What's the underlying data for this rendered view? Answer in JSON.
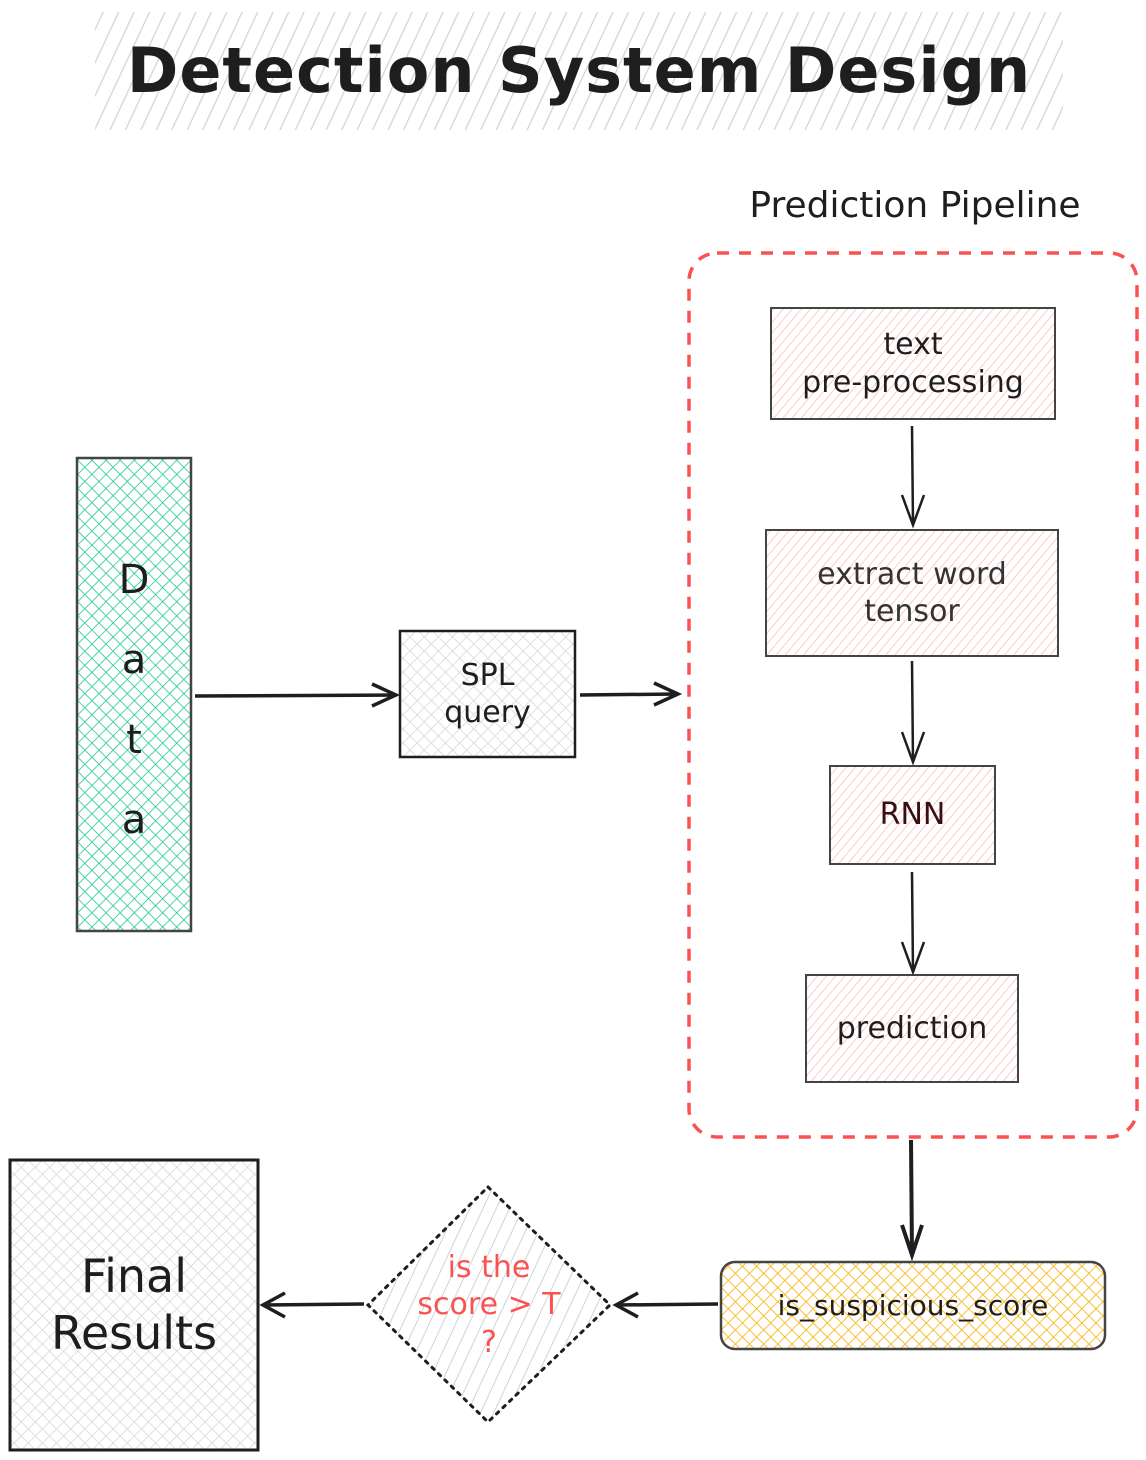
{
  "title": "Detection System Design",
  "pipeline": {
    "label": "Prediction Pipeline",
    "steps": [
      {
        "label": "text\npre-processing"
      },
      {
        "label": "extract word\ntensor"
      },
      {
        "label": "RNN"
      },
      {
        "label": "prediction"
      }
    ]
  },
  "data_source": {
    "label": "Data",
    "letters": [
      "D",
      "a",
      "t",
      "a"
    ]
  },
  "spl_query": {
    "label": "SPL\nquery"
  },
  "score": {
    "label": "is_suspicious_score"
  },
  "decision": {
    "label": "is the\nscore > T\n?"
  },
  "final": {
    "label": "Final\nResults"
  },
  "colors": {
    "data_fill": "#20c997",
    "pipeline_step_fill": "#ffc9c9",
    "pipeline_border": "#fa5252",
    "score_fill": "#fab005",
    "neutral_fill": "#ced4da",
    "decision_text": "#fa5252",
    "stroke": "#1e1e1e"
  }
}
